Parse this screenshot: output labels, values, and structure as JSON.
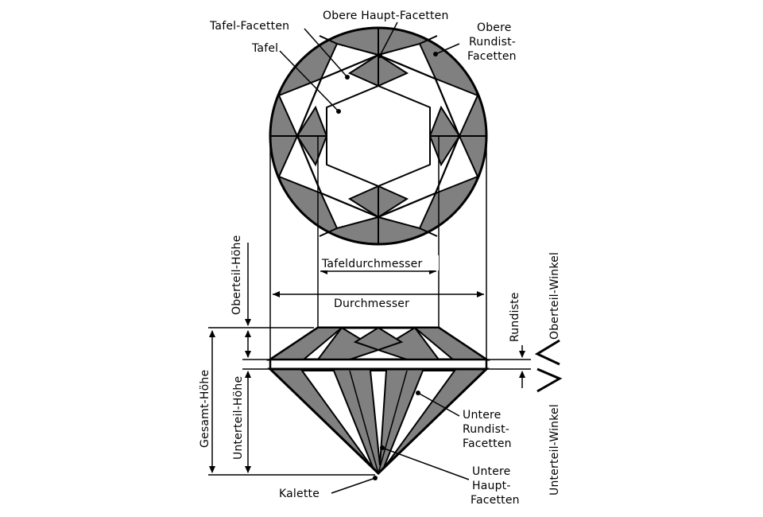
{
  "labels": {
    "tafel_facetten": "Tafel-Facetten",
    "obere_haupt_facetten": "Obere Haupt-Facetten",
    "tafel": "Tafel",
    "obere_rundist_1": "Obere",
    "obere_rundist_2": "Rundist-",
    "obere_rundist_3": "Facetten",
    "tafeldurchmesser": "Tafeldurchmesser",
    "durchmesser": "Durchmesser",
    "oberteil_hoehe": "Oberteil-Höhe",
    "rundiste": "Rundiste",
    "oberteil_winkel": "Oberteil-Winkel",
    "gesamt_hoehe": "Gesamt-Höhe",
    "unterteil_hoehe": "Unterteil-Höhe",
    "untere_rundist_1": "Untere",
    "untere_rundist_2": "Rundist-",
    "untere_rundist_3": "Facetten",
    "untere_haupt_1": "Untere",
    "untere_haupt_2": "Haupt-",
    "untere_haupt_3": "Facetten",
    "kalette": "Kalette",
    "unterteil_winkel": "Unterteil-Winkel"
  },
  "colors": {
    "facet_fill": "#808080",
    "line": "#000000",
    "background": "#ffffff"
  }
}
